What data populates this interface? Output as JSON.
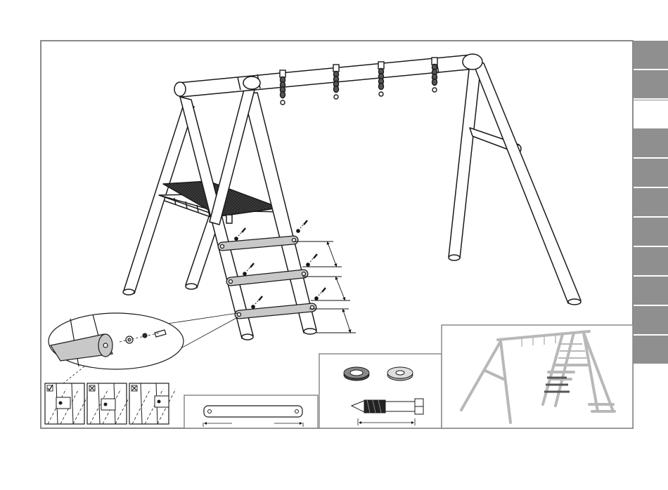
{
  "page": {
    "frame_border_color": "#8a8a8a",
    "line_color": "#1a1a1a",
    "highlight_part_color": "#c8c8c8",
    "inset_color": "#b8b8b8"
  },
  "side_tabs": {
    "color_dark": "#8f8f8f",
    "color_light": "#ffffff",
    "count": 11,
    "active_index": 2
  },
  "main_drawing": {
    "subject": "swing-set-with-platform-and-ladder",
    "ladder_rung_count": 3,
    "swing_hook_count": 4,
    "spacing_dimension_count": 3
  },
  "details": {
    "checklist_icons": [
      "check-icon",
      "cross-icon",
      "cross-icon"
    ],
    "hardware": [
      "washer",
      "flat-washer",
      "lag-screw"
    ],
    "rung_length_label": ""
  }
}
